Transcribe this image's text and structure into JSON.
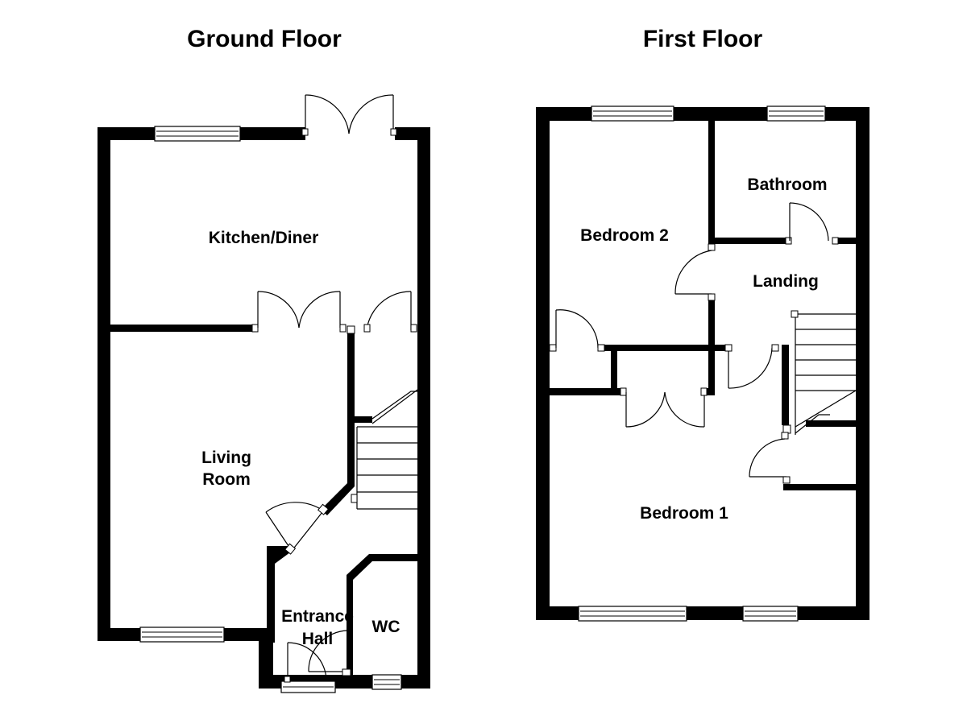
{
  "floors": {
    "ground": {
      "title": "Ground Floor",
      "rooms": {
        "kitchen": "Kitchen/Diner",
        "living_line1": "Living",
        "living_line2": "Room",
        "hall_line1": "Entrance",
        "hall_line2": "Hall",
        "wc": "WC"
      }
    },
    "first": {
      "title": "First Floor",
      "rooms": {
        "bathroom": "Bathroom",
        "bedroom2": "Bedroom 2",
        "landing": "Landing",
        "bedroom1": "Bedroom 1"
      }
    }
  }
}
